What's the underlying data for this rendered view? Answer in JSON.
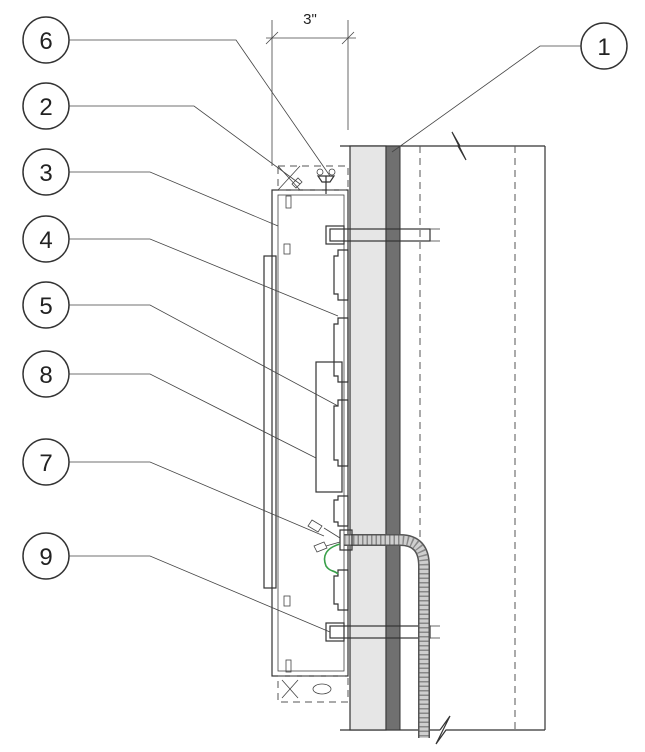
{
  "dimension": {
    "label": "3\""
  },
  "callouts": [
    {
      "id": "c1",
      "label": "1"
    },
    {
      "id": "c6",
      "label": "6"
    },
    {
      "id": "c2",
      "label": "2"
    },
    {
      "id": "c3",
      "label": "3"
    },
    {
      "id": "c4",
      "label": "4"
    },
    {
      "id": "c5",
      "label": "5"
    },
    {
      "id": "c8",
      "label": "8"
    },
    {
      "id": "c7",
      "label": "7"
    },
    {
      "id": "c9",
      "label": "9"
    }
  ],
  "colors": {
    "line": "#333333",
    "drywall": "#e6e6e6",
    "vapor-barrier": "#707070",
    "ground-wire": "#3aa04a"
  }
}
